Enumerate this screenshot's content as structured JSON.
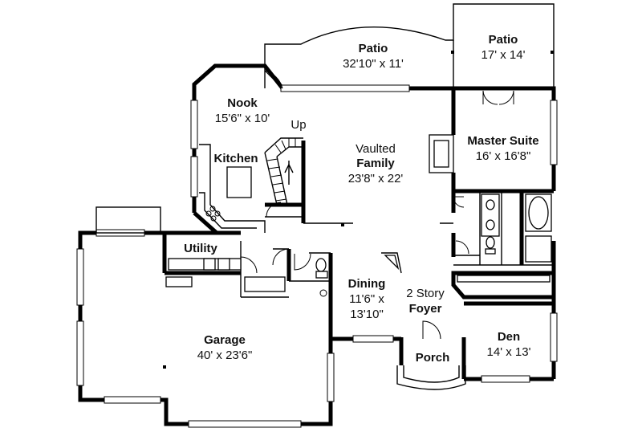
{
  "rooms": {
    "patio_main": {
      "name": "Patio",
      "dims": "32'10\" x 11'"
    },
    "patio_side": {
      "name": "Patio",
      "dims": "17' x 14'"
    },
    "nook": {
      "name": "Nook",
      "dims": "15'6\" x 10'"
    },
    "stair": {
      "name": "Up"
    },
    "kitchen": {
      "name": "Kitchen"
    },
    "family": {
      "line1": "Vaulted",
      "name": "Family",
      "dims": "23'8\" x 22'"
    },
    "master_suite": {
      "name": "Master Suite",
      "dims": "16' x 16'8\""
    },
    "utility": {
      "name": "Utility"
    },
    "dining": {
      "name": "Dining",
      "dims1": "11'6\" x",
      "dims2": "13'10\""
    },
    "foyer": {
      "line1": "2 Story",
      "name": "Foyer"
    },
    "garage": {
      "name": "Garage",
      "dims": "40' x 23'6\""
    },
    "den": {
      "name": "Den",
      "dims": "14' x 13'"
    },
    "porch": {
      "name": "Porch"
    }
  },
  "colors": {
    "ink": "#000000",
    "background": "#ffffff"
  }
}
